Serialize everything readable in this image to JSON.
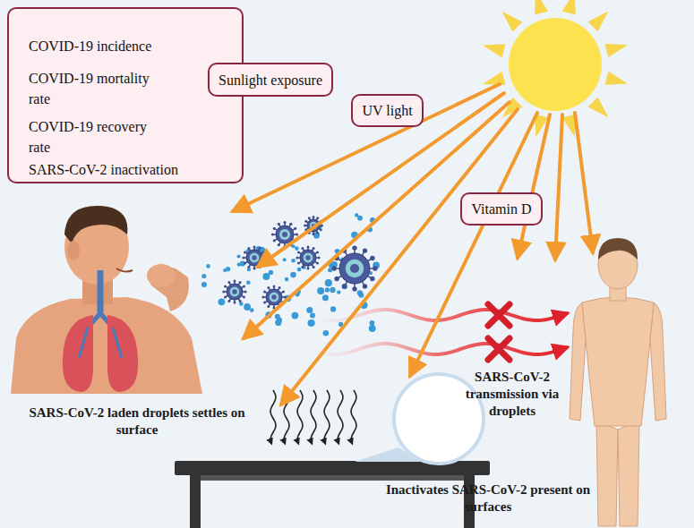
{
  "diagram": {
    "nodes": [
      {
        "text": [
          "COVID-19 incidence",
          "COVID-19 mortality rate",
          "COVID-19 recovery rate",
          "SARS-CoV-2 inactivation"
        ]
      },
      {
        "text": [
          "Sunlight exposure"
        ]
      },
      {
        "text": [
          "UV light"
        ]
      },
      {
        "text": [
          "Vitamin D"
        ]
      }
    ],
    "labels": [
      "SARS-CoV-2 transmission via droplets",
      "SARS-CoV-2 laden droplets settles on surface",
      "Inactivates SARS-CoV-2 present on surfaces"
    ]
  }
}
